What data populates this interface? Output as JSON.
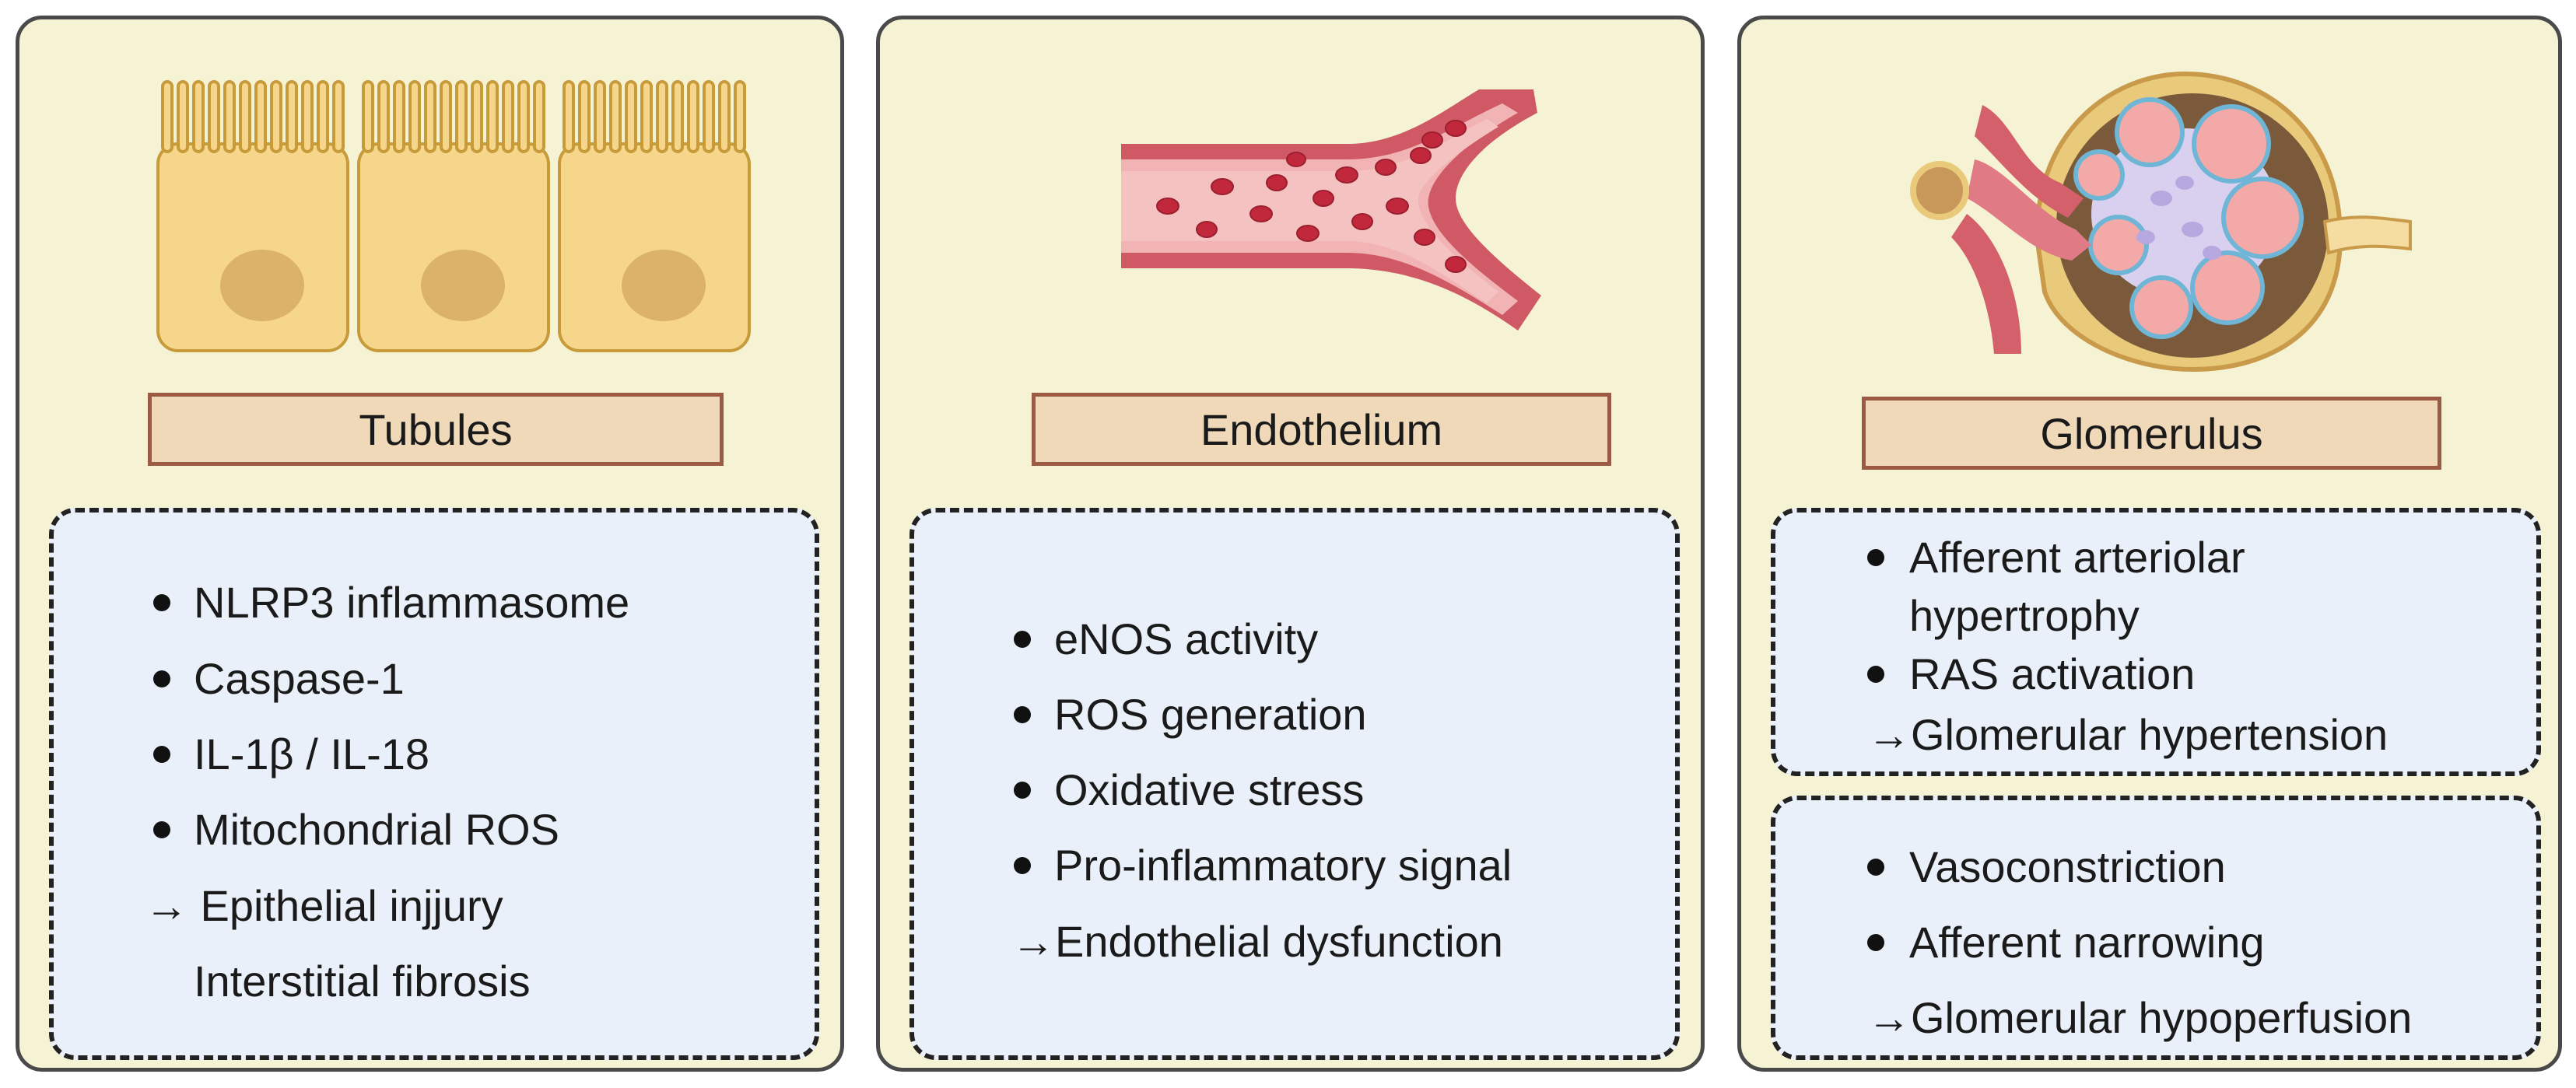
{
  "panels": [
    {
      "title": "Tubules",
      "boxes": [
        {
          "bullets": [
            "NLRP3 inflammasome",
            "Caspase-1",
            "IL-1β / IL-18",
            "Mitochondrial ROS"
          ],
          "results": [
            "→ Epithelial injjury",
            "Interstitial fibrosis"
          ]
        }
      ]
    },
    {
      "title": "Endothelium",
      "boxes": [
        {
          "bullets": [
            "eNOS activity",
            "ROS generation",
            "Oxidative stress",
            "Pro-inflammatory signal"
          ],
          "results": [
            "→Endothelial dysfunction"
          ]
        }
      ]
    },
    {
      "title": "Glomerulus",
      "boxes": [
        {
          "bullets": [
            "Afferent arteriolar",
            "hypertrophy",
            "RAS activation"
          ],
          "results": [
            "→Glomerular hypertension"
          ]
        },
        {
          "bullets": [
            "Vasoconstriction",
            "Afferent narrowing"
          ],
          "results": [
            "→Glomerular hypoperfusion"
          ]
        }
      ]
    }
  ],
  "colors": {
    "panel_bg": "#f6f3d5",
    "title_bg": "#efd9b9",
    "title_border": "#9c5a44",
    "info_bg": "#e9f0f9",
    "cell_fill": "#f6d68a",
    "nucleus": "#dcb16a",
    "vessel": "#cf5a66",
    "rbc": "#c2283b"
  },
  "icons": [
    "tubule-cells-illustration",
    "blood-vessel-illustration",
    "glomerulus-illustration"
  ]
}
